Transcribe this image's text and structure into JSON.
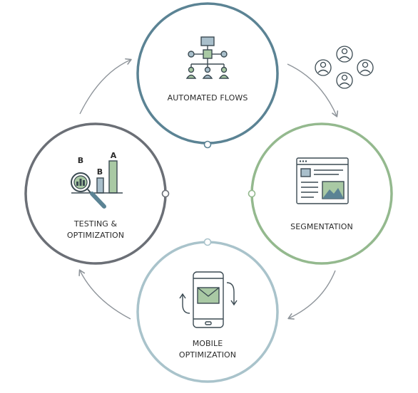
{
  "nodes": {
    "automated_flows": {
      "label": "AUTOMATED FLOWS"
    },
    "segmentation": {
      "label": "SEGMENTATION"
    },
    "mobile_optimization": {
      "label_line1": "MOBILE",
      "label_line2": "OPTIMIZATION"
    },
    "testing_optimization": {
      "label_line1": "TESTING &",
      "label_line2": "OPTIMIZATION",
      "chart_letters": [
        "B",
        "B",
        "A"
      ]
    }
  },
  "colors": {
    "automated_flows_ring": "#5b8394",
    "segmentation_ring": "#94b98e",
    "mobile_ring": "#a9c3cb",
    "testing_ring": "#6b6f76",
    "arrow": "#8e949a",
    "icon_stroke": "#3b4a52",
    "icon_fill_green": "#a9c9a4",
    "icon_fill_blue": "#a9bfcb"
  },
  "icons": {
    "automated_flows": "flowchart-icon",
    "segmentation": "web-layout-icon",
    "mobile_optimization": "mobile-email-icon",
    "testing_optimization": "ab-test-magnifier-icon",
    "audience": "user-group-icon"
  }
}
